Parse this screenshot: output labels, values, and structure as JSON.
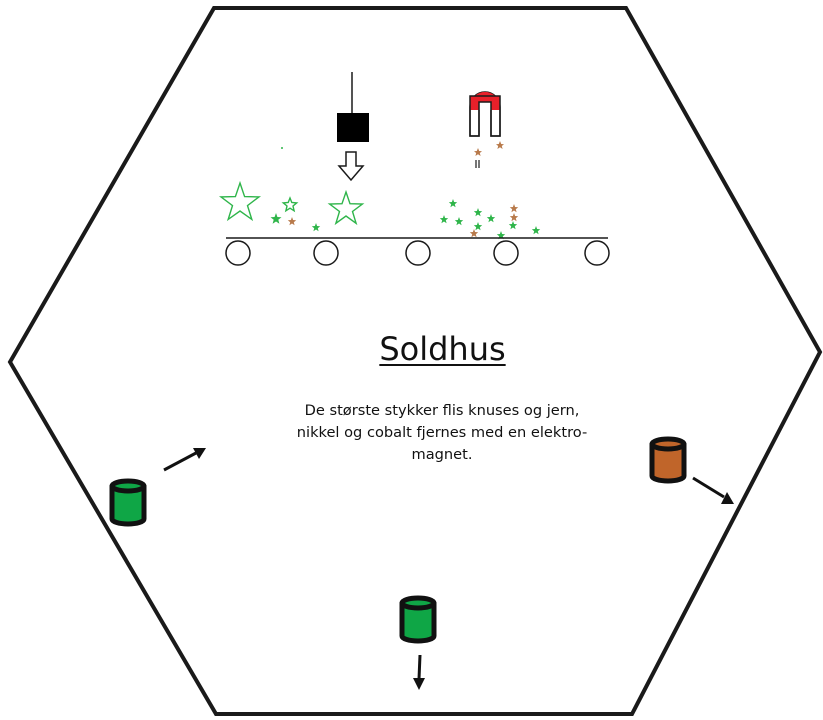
{
  "station": {
    "title": "Soldhus",
    "description_lines": [
      "De største stykker flis knuses og jern,",
      "nikkel og cobalt fjernes med en elektro-",
      "magnet."
    ]
  },
  "colors": {
    "outline": "#1a1a1a",
    "green_material": "#2fb54a",
    "brown_material": "#b87a4b",
    "bin_green": "#0fa646",
    "bin_brown": "#c0652a",
    "magnet_red": "#e8202a"
  },
  "icons": {
    "crusher": "crusher-hammer-icon",
    "magnet": "magnet-icon",
    "conveyor": "conveyor-belt-icon",
    "bin": "cylinder-bin-icon",
    "arrow": "flow-arrow-icon"
  }
}
